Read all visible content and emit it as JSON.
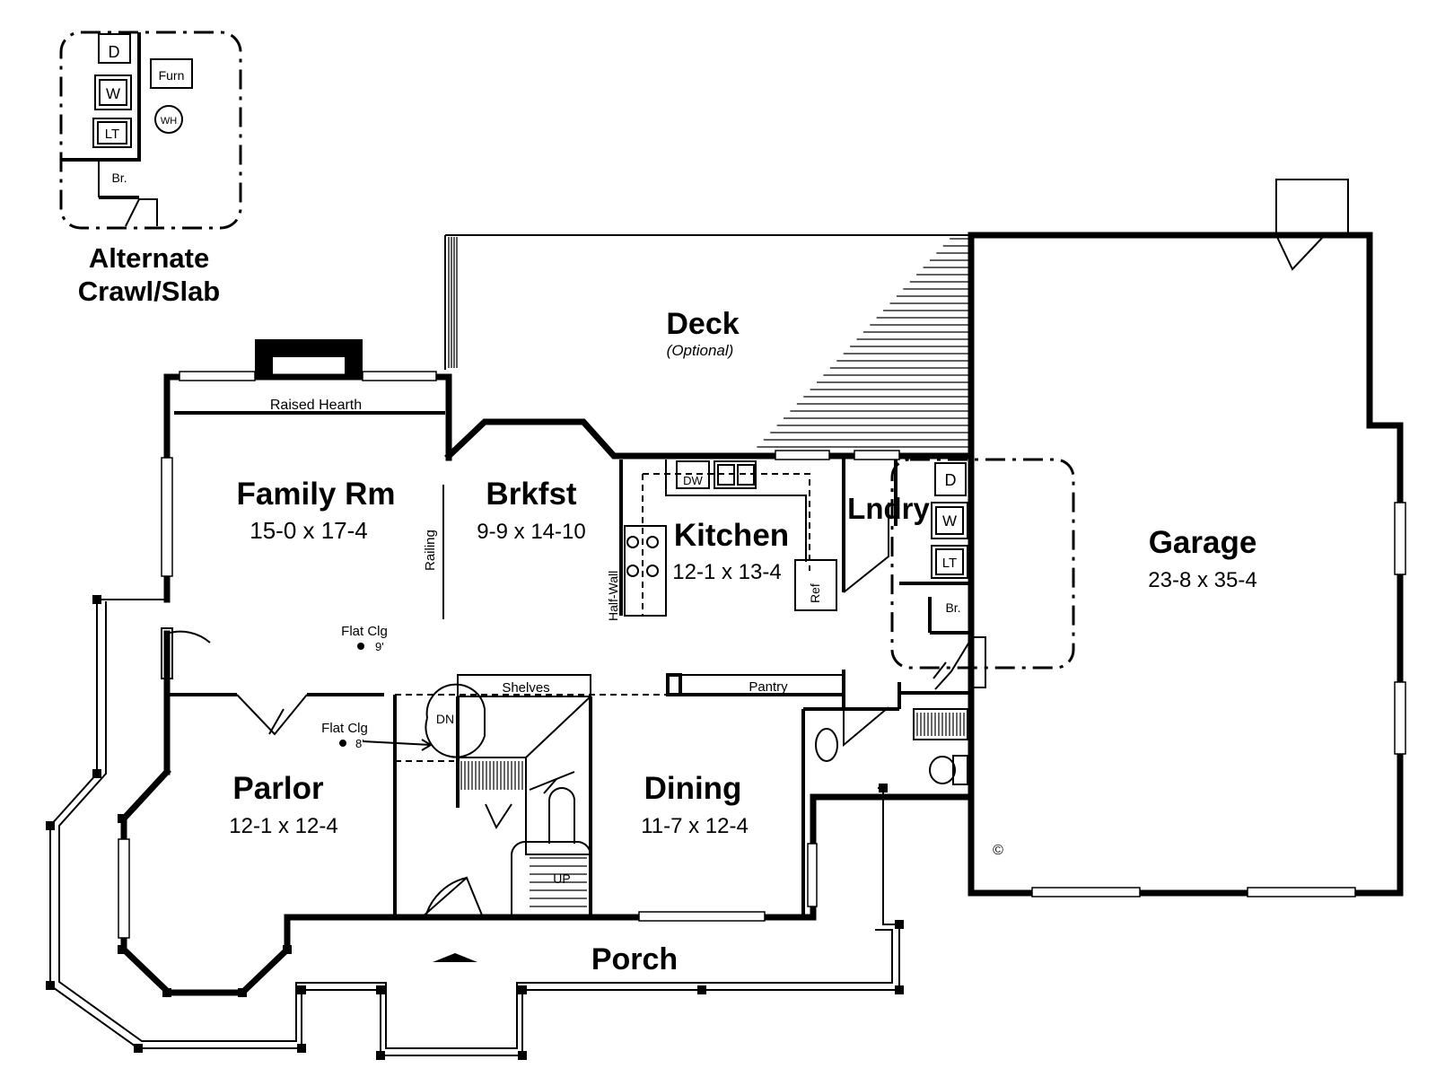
{
  "inset": {
    "title_line1": "Alternate",
    "title_line2": "Crawl/Slab",
    "labels": {
      "dryer": "D",
      "washer": "W",
      "laundry_tub": "LT",
      "broom": "Br.",
      "furnace": "Furn",
      "water_heater": "WH"
    }
  },
  "rooms": {
    "deck": {
      "name": "Deck",
      "note": "(Optional)"
    },
    "family": {
      "name": "Family Rm",
      "dims": "15-0 x 17-4"
    },
    "brkfst": {
      "name": "Brkfst",
      "dims": "9-9 x 14-10"
    },
    "kitchen": {
      "name": "Kitchen",
      "dims": "12-1 x 13-4"
    },
    "lndry": {
      "name": "Lndry"
    },
    "garage": {
      "name": "Garage",
      "dims": "23-8 x 35-4"
    },
    "parlor": {
      "name": "Parlor",
      "dims": "12-1 x 12-4"
    },
    "dining": {
      "name": "Dining",
      "dims": "11-7 x 12-4"
    },
    "porch": {
      "name": "Porch"
    }
  },
  "annotations": {
    "raised_hearth": "Raised Hearth",
    "railing": "Railing",
    "half_wall": "Half-Wall",
    "flat_clg_family": "Flat Clg",
    "flat_clg_family_height": "9'",
    "flat_clg_parlor": "Flat Clg",
    "flat_clg_parlor_height": "8'",
    "shelves": "Shelves",
    "pantry": "Pantry",
    "dn": "DN",
    "up": "UP",
    "dw": "DW",
    "ref": "Ref",
    "laundry": {
      "dryer": "D",
      "washer": "W",
      "laundry_tub": "LT",
      "broom": "Br."
    },
    "copyright": "©"
  }
}
